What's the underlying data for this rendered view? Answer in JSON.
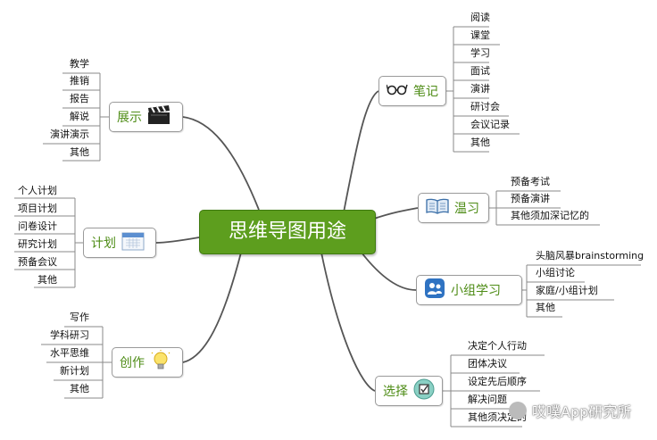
{
  "center": {
    "label": "思维导图用途"
  },
  "branches": {
    "biji": {
      "label": "笔记",
      "icon": "glasses-icon",
      "items": [
        "阅读",
        "课堂",
        "学习",
        "面试",
        "演讲",
        "研讨会",
        "会议记录",
        "其他"
      ]
    },
    "wenxi": {
      "label": "温习",
      "icon": "book-icon",
      "items": [
        "预备考试",
        "预备演讲",
        "其他须加深记忆的"
      ]
    },
    "xiaozu": {
      "label": "小组学习",
      "icon": "group-icon",
      "items": [
        "头脑风暴brainstorming",
        "小组讨论",
        "家庭/小组计划",
        "其他"
      ]
    },
    "xuanze": {
      "label": "选择",
      "icon": "checkbox-icon",
      "items": [
        "决定个人行动",
        "团体决议",
        "设定先后顺序",
        "解决问题",
        "其他须决定的"
      ]
    },
    "zhanshi": {
      "label": "展示",
      "icon": "clapperboard-icon",
      "items": [
        "教学",
        "推销",
        "报告",
        "解说",
        "演讲演示",
        "其他"
      ]
    },
    "jihua": {
      "label": "计划",
      "icon": "calendar-icon",
      "items": [
        "个人计划",
        "项目计划",
        "问卷设计",
        "研究计划",
        "预备会议",
        "其他"
      ]
    },
    "chuangzuo": {
      "label": "创作",
      "icon": "lightbulb-icon",
      "items": [
        "写作",
        "学科研习",
        "水平思维",
        "新计划",
        "其他"
      ]
    }
  },
  "watermark": {
    "text": "哎噗App研究所"
  },
  "colors": {
    "center_fill": "#5d9e1e",
    "topic_text": "#4e8c16",
    "link": "#555555"
  }
}
